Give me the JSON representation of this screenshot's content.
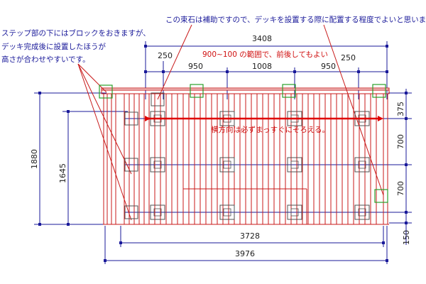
{
  "annotations": {
    "top_note": "この束石は補助ですので、デッキを設置する際に配置する程度でよいと思います。",
    "left_note_line1": "ステップ部の下にはブロックをおきますが、",
    "left_note_line2": "デッキ完成後に設置したほうが",
    "left_note_line3": "高さが合わせやすいです。",
    "range_note": "900~100 の範囲で、前後してもよい",
    "align_note": "横方向は必ずまっすぐにそろえる。"
  },
  "dimensions": {
    "top_total": "3408",
    "top_left_edge": "250",
    "top_right_edge": "250",
    "span_left": "950",
    "span_middle": "1008",
    "span_right": "950",
    "left_outer_height": "1880",
    "left_inner_height": "1645",
    "right_top_offset": "375",
    "right_row_spacing_1": "700",
    "right_row_spacing_2": "700",
    "right_bottom_offset": "150",
    "bottom_inner_width": "3728",
    "bottom_outer_width": "3976"
  },
  "colors": {
    "frame_red": "#c81a1a",
    "dimension_blue": "#1a1a9a",
    "block_green": "#2aa02a",
    "stone_gray": "#505050",
    "highlight_red": "#e00000"
  }
}
